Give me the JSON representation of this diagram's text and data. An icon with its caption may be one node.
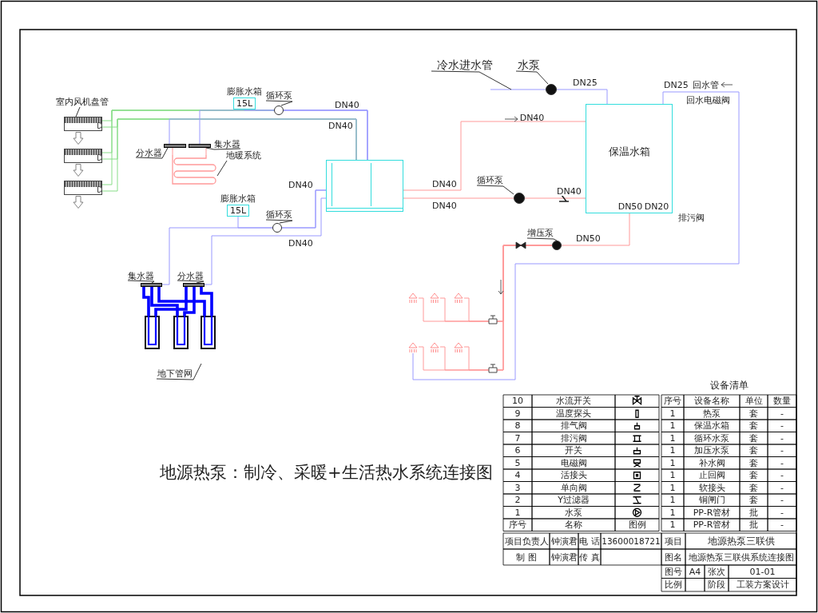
{
  "diagram": {
    "title": "地源热泵：制冷、采暖+生活热水系统连接图",
    "nodes": [
      {
        "text": [
          "室内风机盘管"
        ]
      },
      {
        "text": [],
        "shape": "box"
      },
      {
        "text": [],
        "shape": "box"
      },
      {
        "text": [],
        "shape": "box"
      },
      {
        "text": [
          "膨胀水箱",
          "15L"
        ]
      },
      {
        "text": [
          "循环泵"
        ]
      },
      {
        "text": [],
        "shape": "circle"
      },
      {
        "text": [
          "分水器"
        ]
      },
      {
        "text": [],
        "shape": "bar"
      },
      {
        "text": [
          "集水器"
        ]
      },
      {
        "text": [],
        "shape": "bar"
      },
      {
        "text": [],
        "shape": "picture"
      },
      {
        "text": [
          "地暖系统"
        ]
      },
      {
        "text": [],
        "shape": "box"
      },
      {
        "text": [
          "膨胀水箱",
          "15L"
        ]
      },
      {
        "text": [
          "循环泵"
        ]
      },
      {
        "text": [],
        "shape": "circle"
      },
      {
        "text": [
          "集水器"
        ]
      },
      {
        "text": [],
        "shape": "bar"
      },
      {
        "text": [
          "分水器"
        ]
      },
      {
        "text": [],
        "shape": "bar"
      },
      {
        "text": [],
        "shape": "box"
      },
      {
        "text": [],
        "shape": "box"
      },
      {
        "text": [],
        "shape": "box"
      },
      {
        "text": [
          "地下管网"
        ]
      },
      {
        "text": [
          "冷水进水管"
        ]
      },
      {
        "text": [
          "水泵"
        ]
      },
      {
        "text": [],
        "shape": "circle"
      },
      {
        "text": [
          "保温水箱"
        ]
      },
      {
        "text": [
          "循环泵"
        ]
      },
      {
        "text": [],
        "shape": "circle"
      },
      {
        "text": [
          "增压泵"
        ]
      },
      {
        "text": [],
        "shape": "circle"
      },
      {
        "text": [],
        "shape": "picture"
      },
      {
        "text": [],
        "shape": "picture"
      },
      {
        "text": [],
        "shape": "picture"
      },
      {
        "text": [],
        "shape": "picture"
      },
      {
        "text": [],
        "shape": "picture"
      },
      {
        "text": [],
        "shape": "picture"
      }
    ],
    "edges": [
      {
        "from": 1,
        "to": 6,
        "arrow": "none",
        "color": "#88dd88"
      },
      {
        "from": 2,
        "to": 6,
        "arrow": "none",
        "color": "#88dd88"
      },
      {
        "from": 3,
        "to": 6,
        "arrow": "none",
        "color": "#88dd88"
      },
      {
        "from": 6,
        "to": 13,
        "arrow": "none",
        "color": "#9999ff",
        "label": "DN40"
      },
      {
        "from": 1,
        "to": 13,
        "arrow": "none",
        "color": "#88dd88"
      },
      {
        "from": 2,
        "to": 13,
        "arrow": "none",
        "color": "#88dd88"
      },
      {
        "from": 3,
        "to": 13,
        "arrow": "none",
        "color": "#88dd88",
        "label": "DN40"
      },
      {
        "from": 4,
        "to": 13,
        "arrow": "none",
        "color": "#9999ff"
      },
      {
        "from": 8,
        "to": 13,
        "arrow": "none",
        "color": "#9999ff"
      },
      {
        "from": 10,
        "to": 13,
        "arrow": "none",
        "color": "#9999ff"
      },
      {
        "from": 8,
        "to": 11,
        "arrow": "none",
        "color": "#ff9999"
      },
      {
        "from": 11,
        "to": 10,
        "arrow": "none",
        "color": "#ff9999"
      },
      {
        "from": 14,
        "to": 13,
        "arrow": "none",
        "color": "#9999ff"
      },
      {
        "from": 18,
        "to": 16,
        "arrow": "none",
        "color": "#9999ff"
      },
      {
        "from": 16,
        "to": 13,
        "arrow": "none",
        "color": "#9999ff",
        "label": "DN40"
      },
      {
        "from": 20,
        "to": 13,
        "arrow": "none",
        "color": "#9999ff",
        "label": "DN40"
      },
      {
        "from": 18,
        "to": 21,
        "arrow": "none",
        "style": "thick",
        "color": "#0000ff"
      },
      {
        "from": 18,
        "to": 22,
        "arrow": "none",
        "style": "thick",
        "color": "#0000ff"
      },
      {
        "from": 18,
        "to": 23,
        "arrow": "none",
        "style": "thick",
        "color": "#0000ff"
      },
      {
        "from": 20,
        "to": 21,
        "arrow": "none",
        "style": "thick",
        "color": "#0000ff"
      },
      {
        "from": 20,
        "to": 22,
        "arrow": "none",
        "style": "thick",
        "color": "#0000ff"
      },
      {
        "from": 20,
        "to": 23,
        "arrow": "none",
        "style": "thick",
        "color": "#0000ff"
      },
      {
        "from": 13,
        "to": 28,
        "arrow": "none",
        "color": "#ff9999",
        "label": "DN40"
      },
      {
        "from": 13,
        "to": 30,
        "arrow": "none",
        "color": "#ff9999",
        "label": "DN40"
      },
      {
        "from": 30,
        "to": 28,
        "arrow": "none",
        "color": "#ff9999",
        "label": "DN40"
      },
      {
        "from": null,
        "to": 27,
        "arrow": "none",
        "color": "#9999ff"
      },
      {
        "from": 27,
        "to": 28,
        "arrow": "none",
        "color": "#9999ff",
        "label": "DN25"
      },
      {
        "from": 28,
        "to": 32,
        "arrow": "none",
        "color": "#ff9999",
        "label": "DN50"
      },
      {
        "from": 32,
        "to": 33,
        "arrow": "none",
        "color": "#ff9999"
      },
      {
        "from": 32,
        "to": 34,
        "arrow": "none",
        "color": "#ff9999"
      },
      {
        "from": 32,
        "to": 35,
        "arrow": "none",
        "color": "#ff9999"
      },
      {
        "from": 32,
        "to": 36,
        "arrow": "none",
        "color": "#ff9999"
      },
      {
        "from": 32,
        "to": 37,
        "arrow": "none",
        "color": "#ff9999"
      },
      {
        "from": 32,
        "to": 38,
        "arrow": "none",
        "color": "#ff9999"
      },
      {
        "from": 36,
        "to": 28,
        "arrow": "none",
        "color": "#9999ff",
        "label": "DN25"
      },
      {
        "from": 0,
        "to": 1,
        "arrow": "none",
        "color": "#333333"
      },
      {
        "from": 5,
        "to": 6,
        "arrow": "none",
        "color": "#333333"
      },
      {
        "from": 7,
        "to": 8,
        "arrow": "none",
        "color": "#333333"
      },
      {
        "from": 9,
        "to": 10,
        "arrow": "none",
        "color": "#333333"
      },
      {
        "from": 12,
        "to": 11,
        "arrow": "none",
        "color": "#333333"
      },
      {
        "from": 15,
        "to": 16,
        "arrow": "none",
        "color": "#333333"
      },
      {
        "from": 17,
        "to": 18,
        "arrow": "none",
        "color": "#333333"
      },
      {
        "from": 19,
        "to": 20,
        "arrow": "none",
        "color": "#333333"
      },
      {
        "from": 24,
        "to": null,
        "arrow": "none",
        "color": "#333333"
      },
      {
        "from": 25,
        "to": null,
        "arrow": "none",
        "color": "#333333"
      },
      {
        "from": 26,
        "to": 27,
        "arrow": "none",
        "color": "#333333"
      },
      {
        "from": 29,
        "to": 30,
        "arrow": "none",
        "color": "#333333"
      },
      {
        "from": 31,
        "to": 32,
        "arrow": "none",
        "color": "#333333"
      }
    ],
    "labels": [
      "回水管",
      "回水电磁阀",
      "DN40",
      "DN50",
      "DN20",
      "排污阀",
      "10",
      "水流开关",
      "9",
      "温度探头",
      "8",
      "排气阀",
      "7",
      "排污阀",
      "6",
      "开关",
      "5",
      "电磁阀",
      "4",
      "活接头",
      "3",
      "单向阀",
      "2",
      "Y过滤器",
      "1",
      "水泵",
      "序号",
      "名称",
      "图例",
      "设备清单",
      "序号",
      "设备名称",
      "单位",
      "数量",
      "1",
      "热泵",
      "套",
      "-",
      "1",
      "保温水箱",
      "套",
      "-",
      "1",
      "循环水泵",
      "套",
      "-",
      "1",
      "加压水泵",
      "套",
      "-",
      "1",
      "补水阀",
      "套",
      "-",
      "1",
      "止回阀",
      "套",
      "-",
      "1",
      "软接头",
      "套",
      "-",
      "1",
      "铜闸门",
      "套",
      "-",
      "1",
      "PP-R管材",
      "批",
      "-",
      "1",
      "PP-R管材",
      "批",
      "-",
      "项目负责人",
      "钟演君",
      "电 话",
      "13600018721",
      "项目",
      "地源热泵三联供",
      "制 图",
      "钟演君",
      "传 真",
      "图名",
      "地源热泵三联供系统连接图",
      "图号",
      "A4",
      "张次",
      "01-01",
      "比例",
      "阶段",
      "工装方案设计"
    ]
  }
}
